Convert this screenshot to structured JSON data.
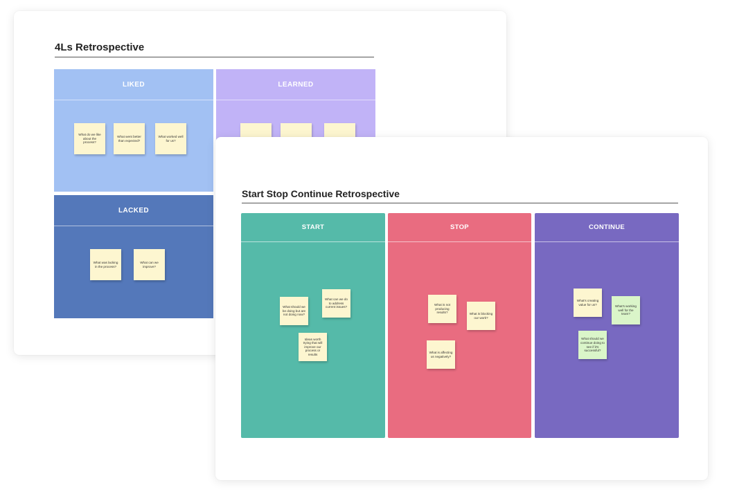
{
  "colors": {
    "liked": "#a2c1f3",
    "learned": "#c1b3f7",
    "lacked": "#5478ba",
    "start": "#55baa9",
    "stop": "#e96c80",
    "continue": "#7869c1",
    "sticky": "#fdf6d0",
    "sticky_green": "#daf5c9"
  },
  "board_4ls": {
    "title": "4Ls Retrospective",
    "liked": {
      "label": "LIKED",
      "notes": [
        "What do we like about the process?",
        "What went better than expected?",
        "What worked well for us?"
      ]
    },
    "learned": {
      "label": "LEARNED"
    },
    "lacked": {
      "label": "LACKED",
      "notes": [
        "What was lacking in the process?",
        "What can we improve?"
      ]
    }
  },
  "board_ssc": {
    "title": "Start Stop Continue Retrospective",
    "start": {
      "label": "START",
      "notes": [
        "What should we be doing but are not doing now?",
        "What can we do to address current issues?",
        "Ideas worth trying that will improve our process or results"
      ]
    },
    "stop": {
      "label": "STOP",
      "notes": [
        "What is not producing results?",
        "What is blocking our work?",
        "What is affecting us negatively?"
      ]
    },
    "continue": {
      "label": "CONTINUE",
      "notes": [
        "What's creating value for us?",
        "What's working well for the team?",
        "What should we continue doing to see if it's successful?"
      ]
    }
  }
}
